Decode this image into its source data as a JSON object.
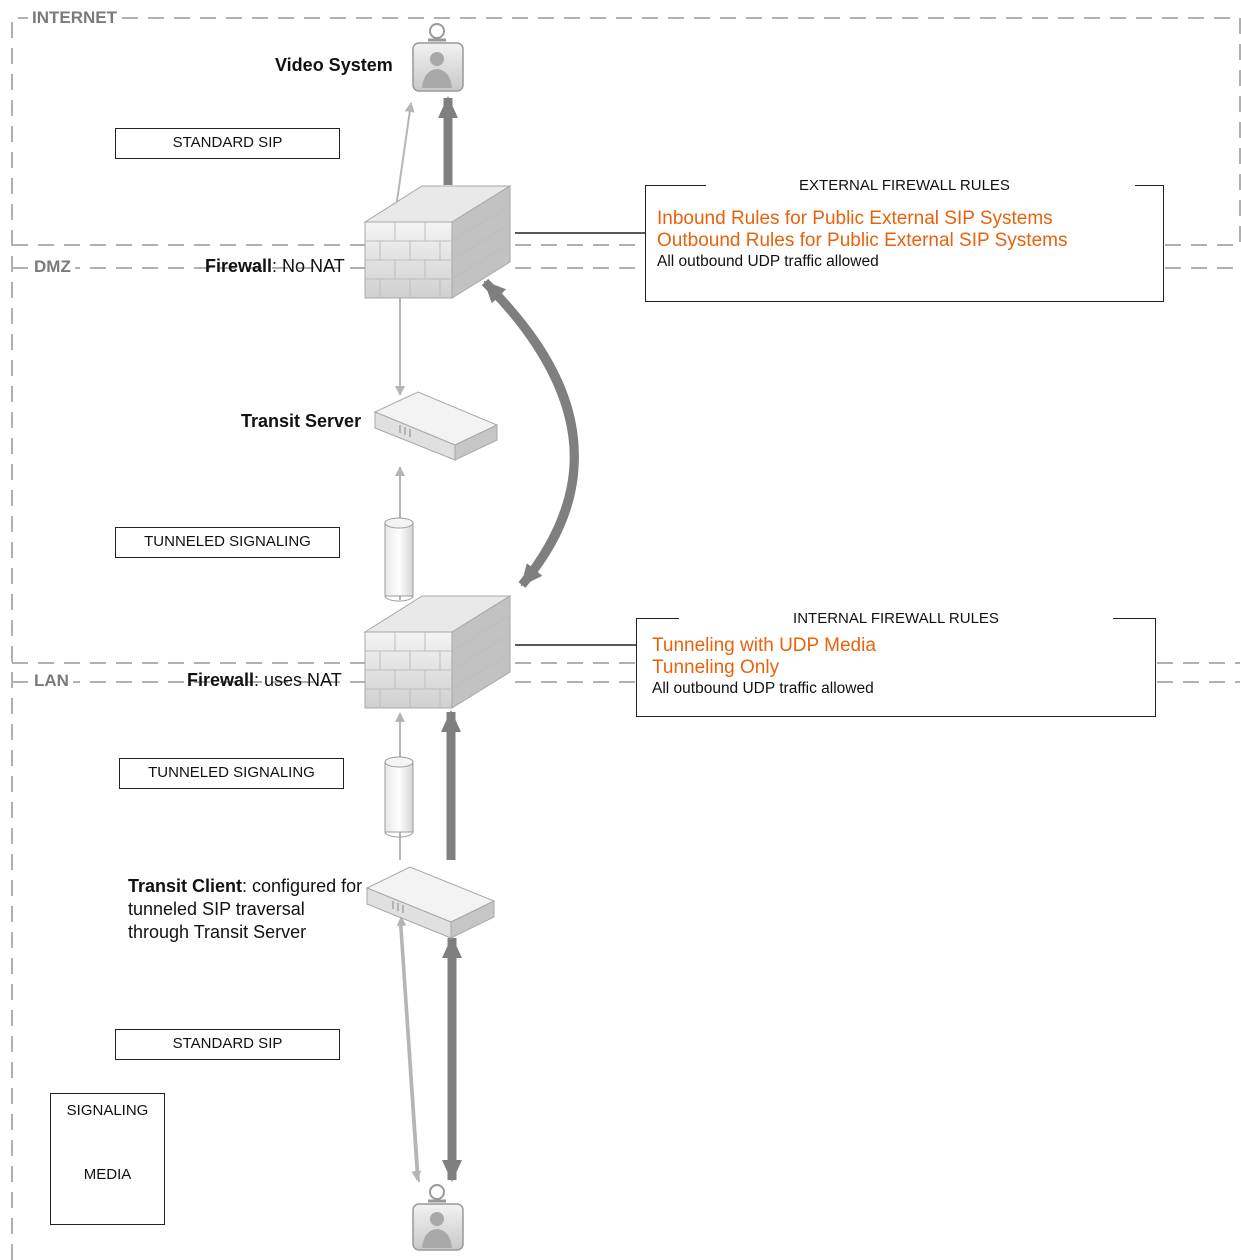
{
  "zones": {
    "internet": "INTERNET",
    "dmz": "DMZ",
    "lan": "LAN"
  },
  "nodes": {
    "video_system": "Video System",
    "firewall_external_bold": "Firewall",
    "firewall_external_rest": ": No NAT",
    "transit_server": "Transit Server",
    "firewall_internal_bold": "Firewall",
    "firewall_internal_rest": ": uses NAT",
    "transit_client_bold": "Transit Client",
    "transit_client_line1_rest": ": configured for",
    "transit_client_line2": "tunneled SIP traversal",
    "transit_client_line3": "through Transit Server"
  },
  "labels": {
    "standard_sip_top": "STANDARD SIP",
    "tunneled_signaling_dmz": "TUNNELED SIGNALING",
    "tunneled_signaling_lan": "TUNNELED SIGNALING",
    "standard_sip_bottom": "STANDARD SIP"
  },
  "external_rules": {
    "title": "EXTERNAL FIREWALL RULES",
    "highlight": [
      "Inbound Rules for Public External SIP Systems",
      "Outbound Rules for Public External SIP Systems"
    ],
    "note": "All outbound UDP traffic allowed"
  },
  "internal_rules": {
    "title": "INTERNAL FIREWALL RULES",
    "highlight": [
      "Tunneling with UDP Media",
      "Tunneling Only"
    ],
    "note": "All outbound UDP traffic allowed"
  },
  "legend": {
    "signaling": "SIGNALING",
    "media": "MEDIA"
  },
  "colors": {
    "accent_orange": "#e8620c",
    "media_arrow": "#7f7f7f",
    "signaling_arrow": "#b5b5b5",
    "zone_border": "#b0b0b0"
  }
}
